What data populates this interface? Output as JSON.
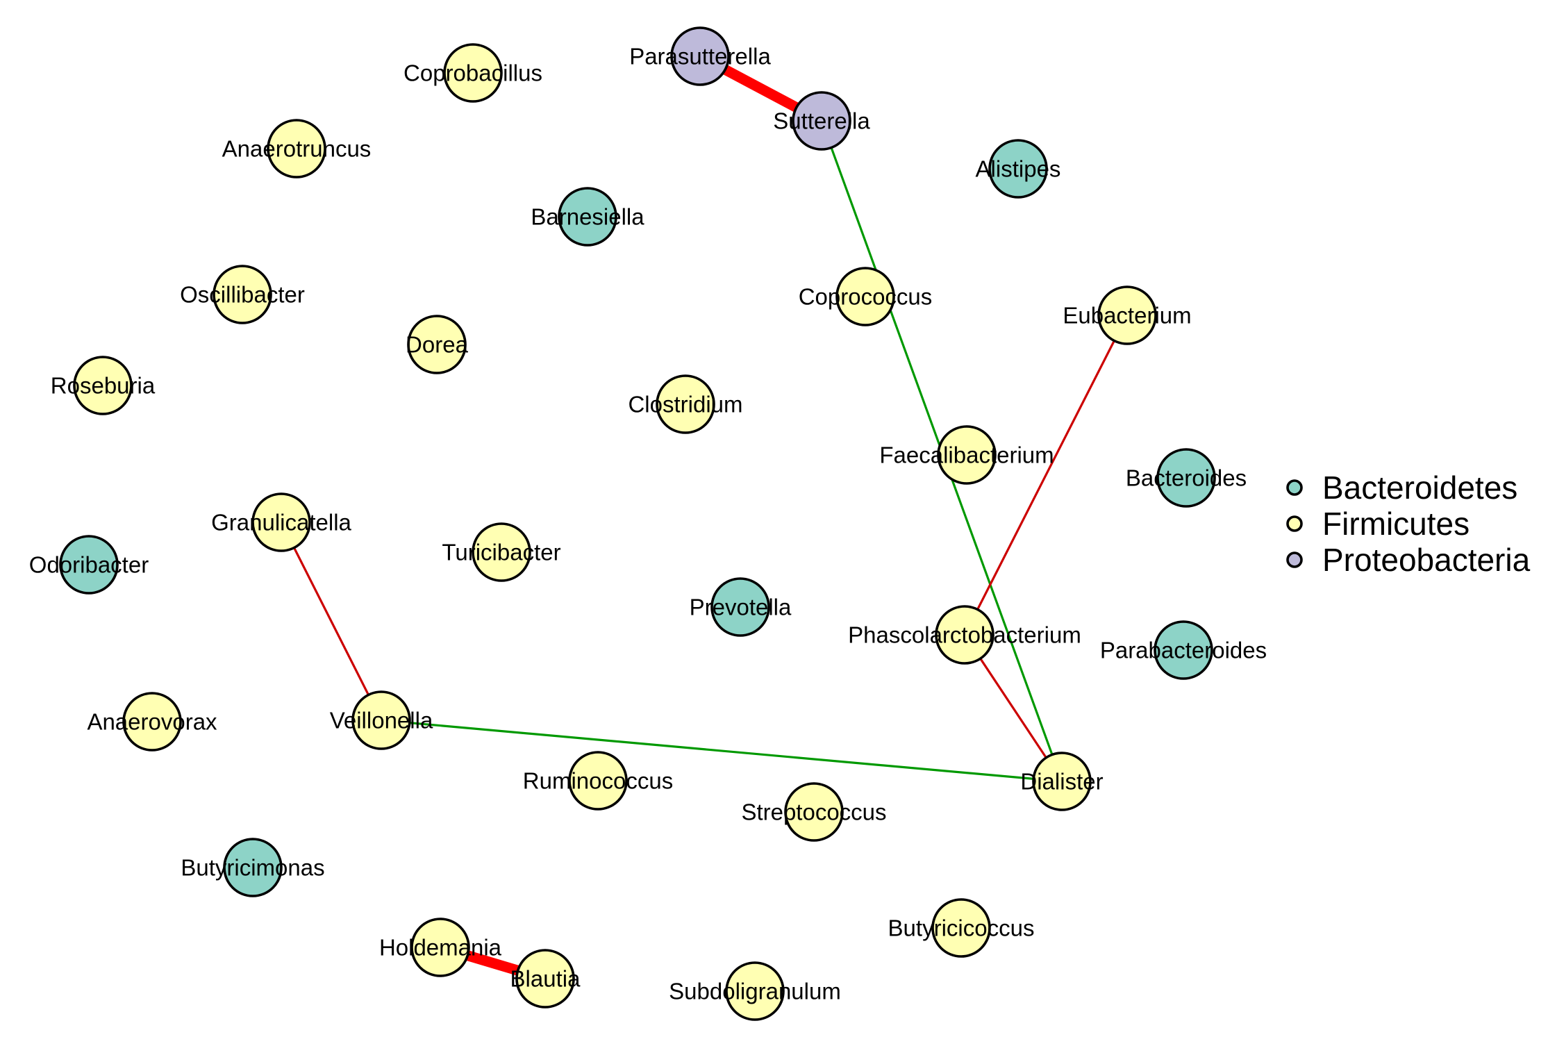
{
  "groups": [
    {
      "name": "Bacteroidetes",
      "color": "#8dd3c7"
    },
    {
      "name": "Firmicutes",
      "color": "#ffffb3"
    },
    {
      "name": "Proteobacteria",
      "color": "#bebada"
    }
  ],
  "nodes": [
    {
      "name": "Parasutterella",
      "group": "Proteobacteria"
    },
    {
      "name": "Sutterella",
      "group": "Proteobacteria"
    },
    {
      "name": "Coprobacillus",
      "group": "Firmicutes"
    },
    {
      "name": "Anaerotruncus",
      "group": "Firmicutes"
    },
    {
      "name": "Alistipes",
      "group": "Bacteroidetes"
    },
    {
      "name": "Barnesiella",
      "group": "Bacteroidetes"
    },
    {
      "name": "Oscillibacter",
      "group": "Firmicutes"
    },
    {
      "name": "Coprococcus",
      "group": "Firmicutes"
    },
    {
      "name": "Eubacterium",
      "group": "Firmicutes"
    },
    {
      "name": "Dorea",
      "group": "Firmicutes"
    },
    {
      "name": "Roseburia",
      "group": "Firmicutes"
    },
    {
      "name": "Clostridium",
      "group": "Firmicutes"
    },
    {
      "name": "Faecalibacterium",
      "group": "Firmicutes"
    },
    {
      "name": "Bacteroides",
      "group": "Bacteroidetes"
    },
    {
      "name": "Granulicatella",
      "group": "Firmicutes"
    },
    {
      "name": "Turicibacter",
      "group": "Firmicutes"
    },
    {
      "name": "Odoribacter",
      "group": "Bacteroidetes"
    },
    {
      "name": "Prevotella",
      "group": "Bacteroidetes"
    },
    {
      "name": "Phascolarctobacterium",
      "group": "Firmicutes"
    },
    {
      "name": "Parabacteroides",
      "group": "Bacteroidetes"
    },
    {
      "name": "Anaerovorax",
      "group": "Firmicutes"
    },
    {
      "name": "Veillonella",
      "group": "Firmicutes"
    },
    {
      "name": "Ruminococcus",
      "group": "Firmicutes"
    },
    {
      "name": "Dialister",
      "group": "Firmicutes"
    },
    {
      "name": "Streptococcus",
      "group": "Firmicutes"
    },
    {
      "name": "Butyricimonas",
      "group": "Bacteroidetes"
    },
    {
      "name": "Butyricicoccus",
      "group": "Firmicutes"
    },
    {
      "name": "Holdemania",
      "group": "Firmicutes"
    },
    {
      "name": "Blautia",
      "group": "Firmicutes"
    },
    {
      "name": "Subdoligranulum",
      "group": "Firmicutes"
    }
  ],
  "edges": [
    {
      "source": "Parasutterella",
      "target": "Sutterella",
      "sign": "negative",
      "strength": "strong",
      "color": "#ff0000"
    },
    {
      "source": "Holdemania",
      "target": "Blautia",
      "sign": "negative",
      "strength": "strong",
      "color": "#ff0000"
    },
    {
      "source": "Sutterella",
      "target": "Dialister",
      "sign": "positive",
      "strength": "weak",
      "color": "#009900"
    },
    {
      "source": "Veillonella",
      "target": "Dialister",
      "sign": "positive",
      "strength": "weak",
      "color": "#009900"
    },
    {
      "source": "Granulicatella",
      "target": "Veillonella",
      "sign": "negative",
      "strength": "weak",
      "color": "#cc0000"
    },
    {
      "source": "Eubacterium",
      "target": "Phascolarctobacterium",
      "sign": "negative",
      "strength": "weak",
      "color": "#cc0000"
    },
    {
      "source": "Phascolarctobacterium",
      "target": "Dialister",
      "sign": "negative",
      "strength": "weak",
      "color": "#cc0000"
    }
  ]
}
